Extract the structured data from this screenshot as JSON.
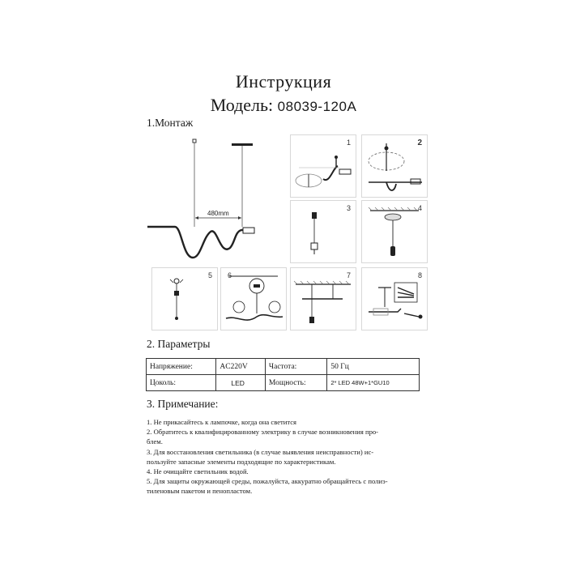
{
  "header": {
    "title": "Инструкция",
    "model_label": "Модель:",
    "model_code": "08039-120A"
  },
  "sections": {
    "mount": "1.Монтаж",
    "params": "2. Параметры",
    "notes": "3. Примечание:"
  },
  "overview": {
    "dimension": "480mm"
  },
  "steps": [
    {
      "num": "1",
      "icon": "ceiling-plate-install-icon"
    },
    {
      "num": "2",
      "icon": "ceiling-mount-detail-icon"
    },
    {
      "num": "3",
      "icon": "suspension-wire-icon"
    },
    {
      "num": "4",
      "icon": "ceiling-hanger-icon"
    },
    {
      "num": "5",
      "icon": "wire-adjust-icon"
    },
    {
      "num": "6",
      "icon": "lamp-parts-detail-icon"
    },
    {
      "num": "7",
      "icon": "hanging-lamp-icon"
    },
    {
      "num": "8",
      "icon": "wire-connection-icon"
    }
  ],
  "params": {
    "rows": [
      [
        "Напряжение:",
        "AC220V",
        "Частота:",
        "50 Гц"
      ],
      [
        "Цоколь:",
        "LED",
        "Мощность:",
        "2* LED 48W+1*GU10"
      ]
    ]
  },
  "notes": [
    "1. Не прикасайтесь к лампочке, когда она светится",
    "2. Обратитесь к квалифицированному электрику в случае возникновения про-",
    "блем.",
    "3. Для восстановления светильника (в случае выявления неисправности) ис-",
    "пользуйте запасные элементы подходящие по характеристикам.",
    "4. Не очищайте  светильник водой.",
    "5. Для защиты окружающей среды, пожалуйста, аккуратно обращайтесь с полиэ-",
    "тиленовым пакетом и пенопластом."
  ]
}
